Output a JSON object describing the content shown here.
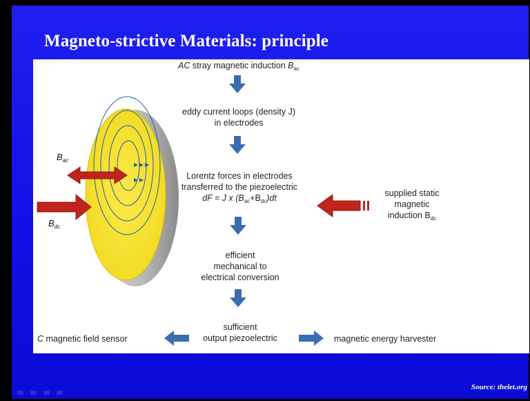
{
  "slide": {
    "title": "Magneto-strictive Materials: principle",
    "source": "Source: thelet.org"
  },
  "diagram": {
    "step1": {
      "italic": "AC",
      "text": " stray magnetic induction ",
      "sym": "B",
      "sub": "ac"
    },
    "step2_line1": "eddy current loops (density J)",
    "step2_line2": "in electrodes",
    "step3_line1": "Lorentz forces in electrodes",
    "step3_line2": "transferred to the piezoelectric",
    "step3_formula": "dF = J x (B",
    "step3_sub1": "ac",
    "step3_mid": "+B",
    "step3_sub2": "dc",
    "step3_end": ")dt",
    "step4_line1": "efficient",
    "step4_line2": "mechanical to",
    "step4_line3": "electrical conversion",
    "step5_line1": "sufficient",
    "step5_line2": "output piezoelectric",
    "left_output": {
      "italic": "C",
      "text": " magnetic field sensor"
    },
    "right_output": "magnetic energy harvester",
    "supplied_line1": "supplied static",
    "supplied_line2": "magnetic",
    "supplied_line3": "induction B",
    "supplied_sub": "dc",
    "disk_label_ac": "B",
    "disk_label_ac_sub": "ac",
    "disk_label_dc": "B",
    "disk_label_dc_sub": "dc"
  },
  "colors": {
    "slide_blue": "#1414e6",
    "flow_arrow": "#3b6fb0",
    "red_arrow": "#c0241c",
    "disk_yellow": "#f7e330"
  }
}
